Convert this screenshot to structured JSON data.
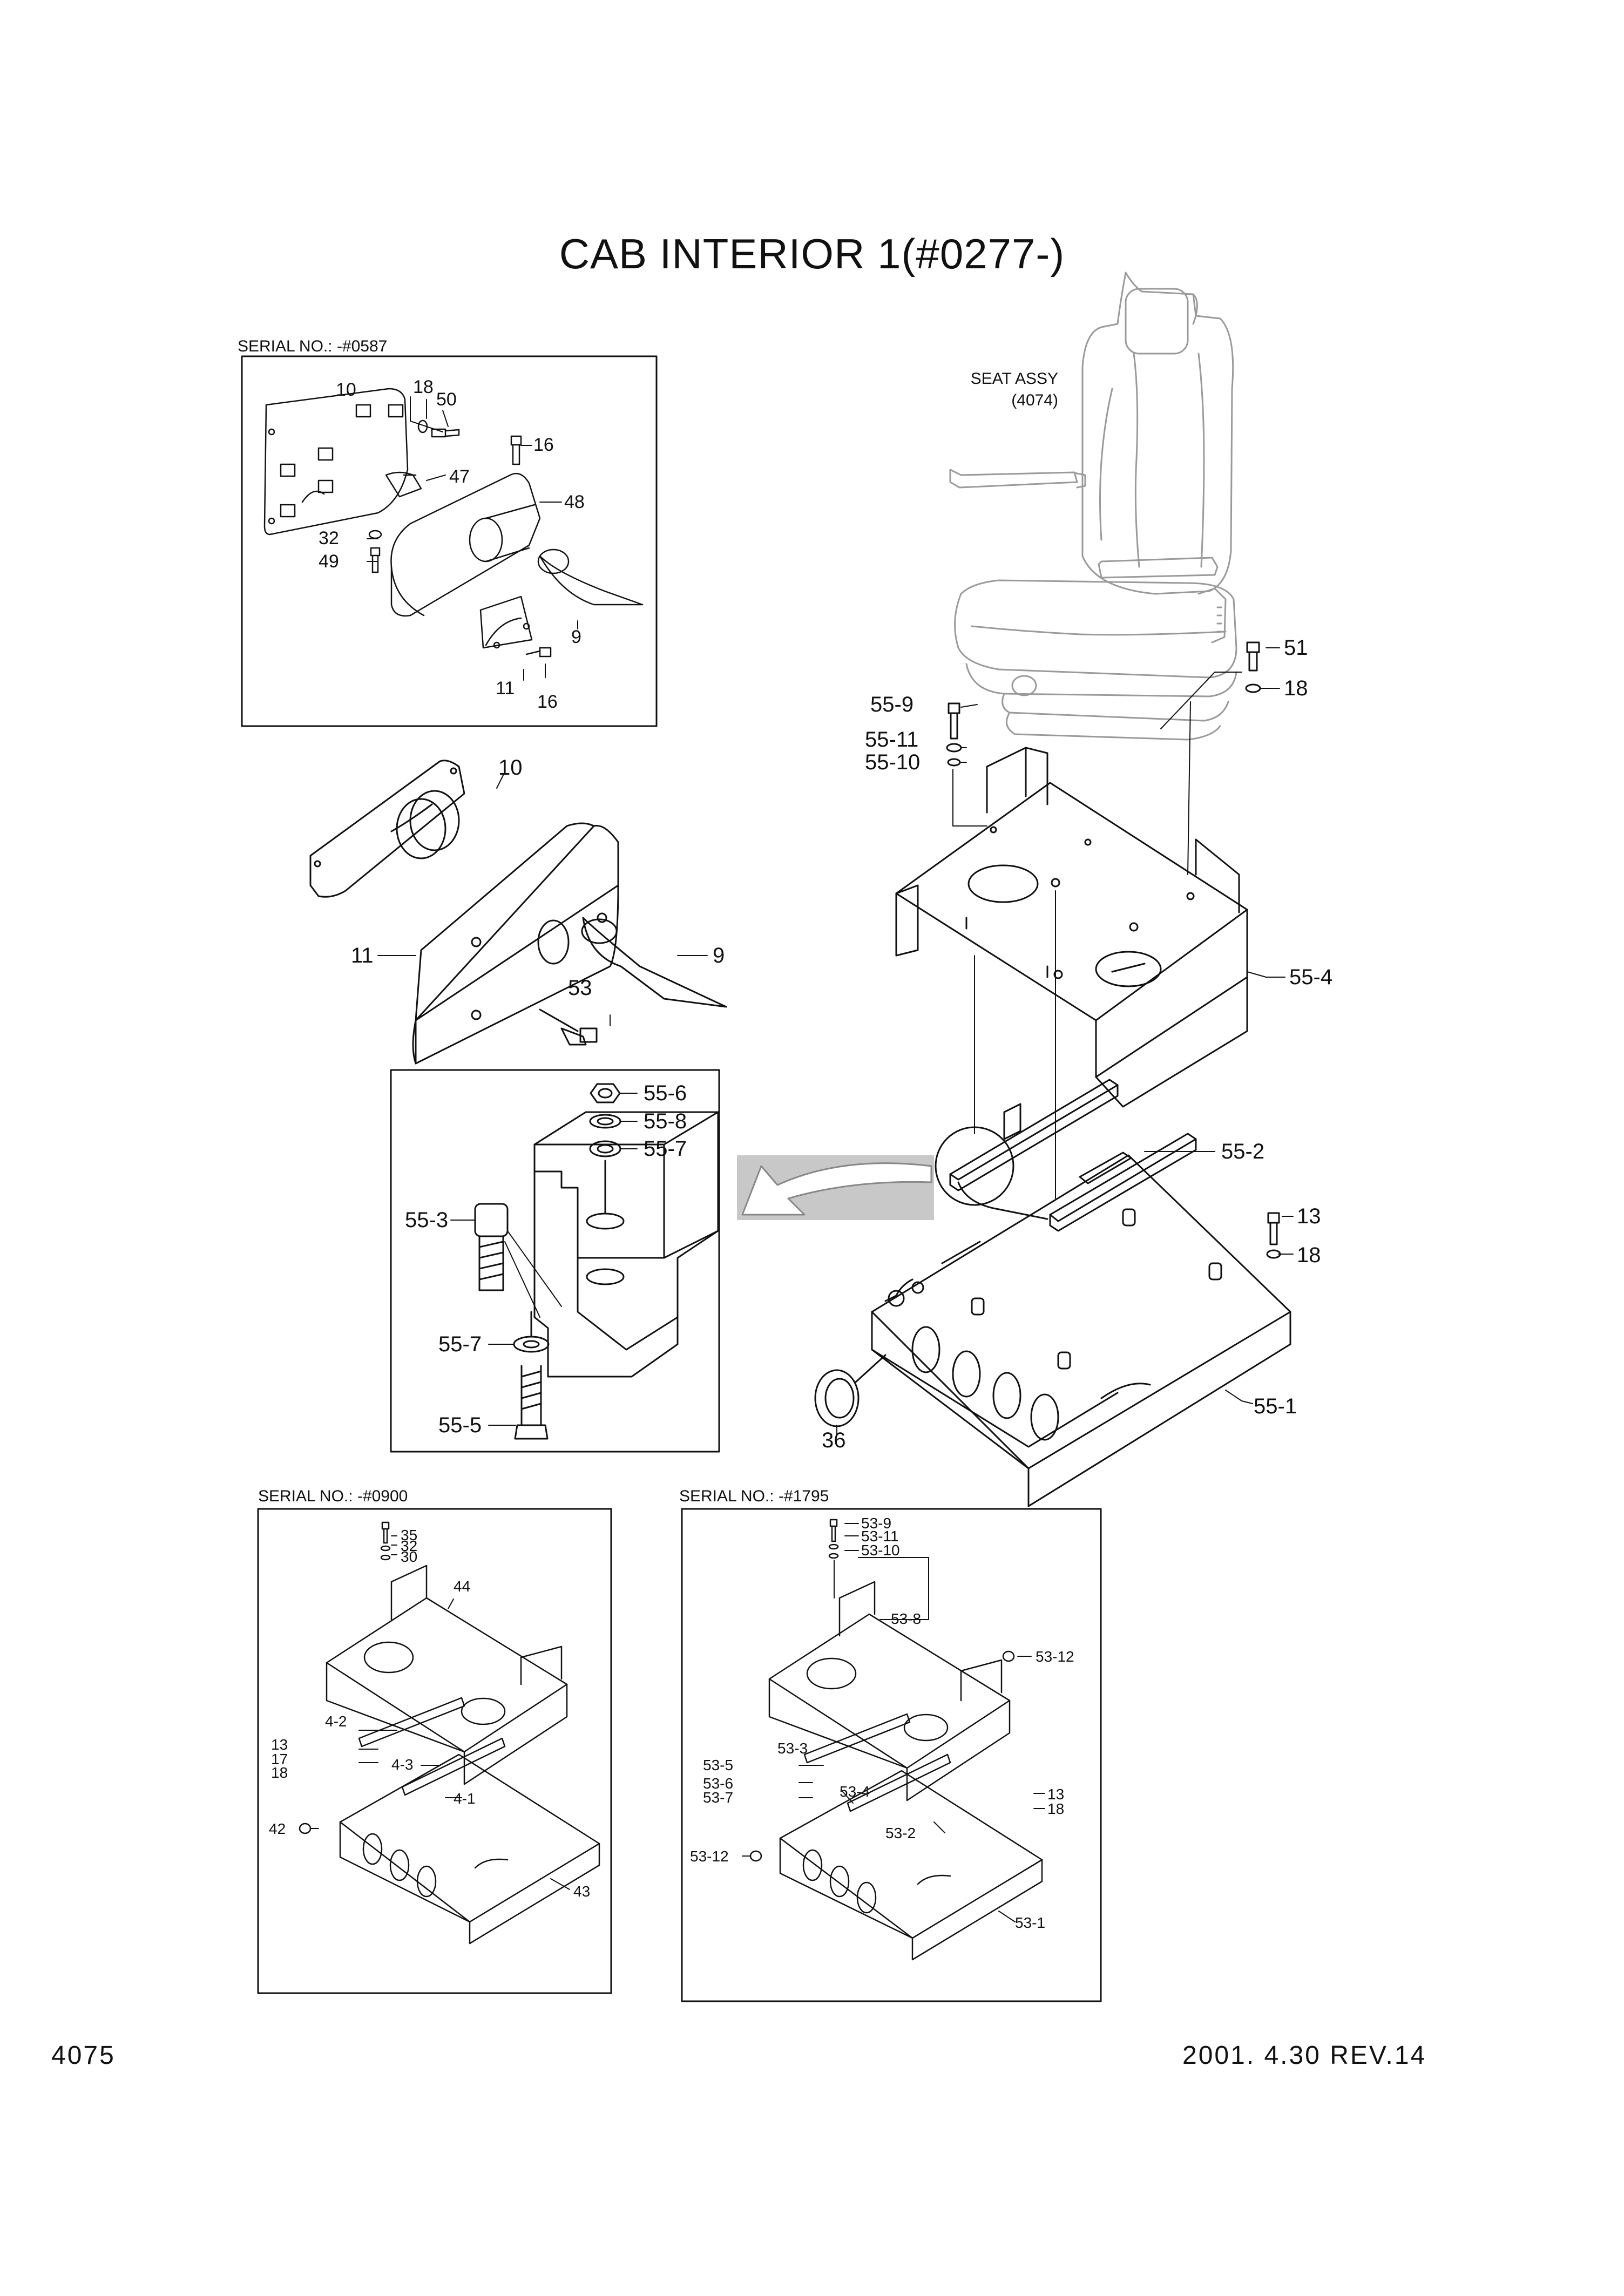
{
  "title": "CAB INTERIOR 1(#0277-)",
  "page_number": "4075",
  "revision": "2001. 4.30  REV.14",
  "seat_assy": {
    "label": "SEAT ASSY",
    "ref": "(4074)"
  },
  "insets": {
    "top": {
      "serial": "SERIAL NO.: -#0587"
    },
    "bottom_left": {
      "serial": "SERIAL NO.: -#0900"
    },
    "bottom_right": {
      "serial": "SERIAL NO.: -#1795"
    }
  },
  "callouts": {
    "top_inset": [
      "10",
      "18",
      "50",
      "16",
      "47",
      "48",
      "32",
      "49",
      "9",
      "11",
      "16"
    ],
    "console": [
      "10",
      "11",
      "9",
      "53"
    ],
    "detail": [
      "55-6",
      "55-8",
      "55-7",
      "55-3",
      "55-7",
      "55-5"
    ],
    "seat": [
      "51",
      "18",
      "55-9",
      "55-11",
      "55-10",
      "55-4",
      "55-2",
      "13",
      "18",
      "55-1",
      "36"
    ],
    "inset_0900": [
      "35",
      "32",
      "30",
      "44",
      "4-2",
      "13",
      "17",
      "18",
      "4-3",
      "4-1",
      "42",
      "43"
    ],
    "inset_1795": [
      "53-9",
      "53-11",
      "53-10",
      "53-8",
      "53-12",
      "53-3",
      "53-5",
      "53-6",
      "53-7",
      "53-4",
      "13",
      "18",
      "53-2",
      "53-12",
      "53-1"
    ]
  }
}
